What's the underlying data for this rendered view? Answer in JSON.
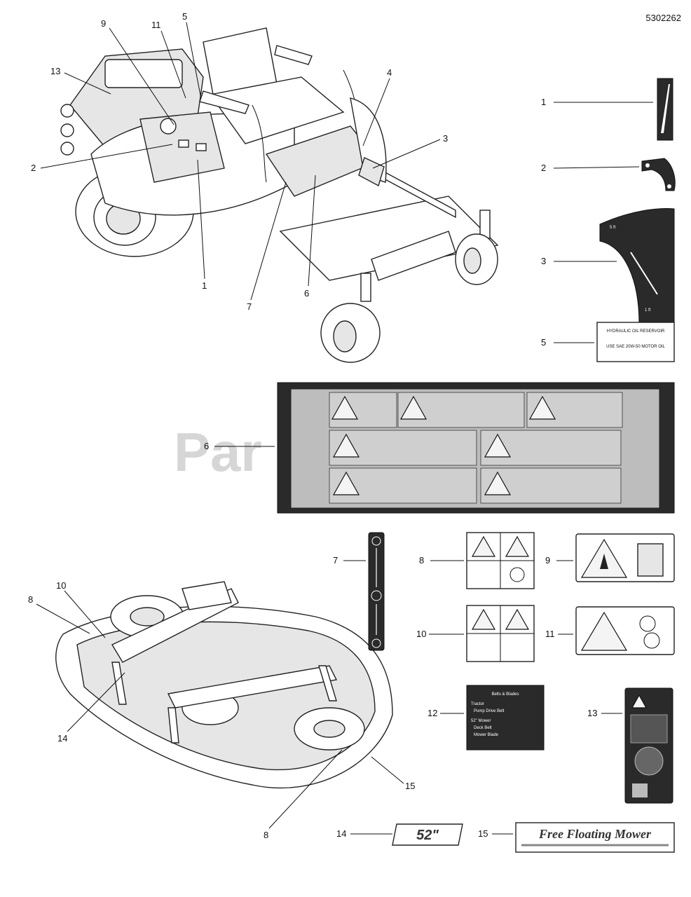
{
  "document_number": "5302262",
  "watermark": "Par",
  "decals": {
    "d3_text": "",
    "d5_title": "HYDRAULIC OIL RESERVOIR",
    "d5_text": "USE SAE 20W-50 MOTOR OIL",
    "d12_title": "Belts & Blades",
    "d12_line1": "Tractor",
    "d12_line2": "Pump Drive Belt",
    "d12_line3": "52\" Mower",
    "d12_line4": "Deck Belt",
    "d12_line5": "Mower Blade",
    "d14_text": "52\"",
    "d15_text": "Free Floating Mower"
  },
  "callouts": {
    "mower": [
      {
        "id": "c-m-9",
        "label": "9"
      },
      {
        "id": "c-m-11",
        "label": "11"
      },
      {
        "id": "c-m-5",
        "label": "5"
      },
      {
        "id": "c-m-13",
        "label": "13"
      },
      {
        "id": "c-m-4",
        "label": "4"
      },
      {
        "id": "c-m-3",
        "label": "3"
      },
      {
        "id": "c-m-2",
        "label": "2"
      },
      {
        "id": "c-m-1",
        "label": "1"
      },
      {
        "id": "c-m-7",
        "label": "7"
      },
      {
        "id": "c-m-6",
        "label": "6"
      }
    ],
    "deck": [
      {
        "id": "c-d-10",
        "label": "10"
      },
      {
        "id": "c-d-8a",
        "label": "8"
      },
      {
        "id": "c-d-14",
        "label": "14"
      },
      {
        "id": "c-d-15",
        "label": "15"
      },
      {
        "id": "c-d-8b",
        "label": "8"
      }
    ],
    "decals": [
      {
        "id": "c-k-1",
        "label": "1"
      },
      {
        "id": "c-k-2",
        "label": "2"
      },
      {
        "id": "c-k-3",
        "label": "3"
      },
      {
        "id": "c-k-5",
        "label": "5"
      },
      {
        "id": "c-k-6",
        "label": "6"
      },
      {
        "id": "c-k-7",
        "label": "7"
      },
      {
        "id": "c-k-8",
        "label": "8"
      },
      {
        "id": "c-k-9",
        "label": "9"
      },
      {
        "id": "c-k-10",
        "label": "10"
      },
      {
        "id": "c-k-11",
        "label": "11"
      },
      {
        "id": "c-k-12",
        "label": "12"
      },
      {
        "id": "c-k-13",
        "label": "13"
      },
      {
        "id": "c-k-14",
        "label": "14"
      },
      {
        "id": "c-k-15",
        "label": "15"
      }
    ]
  }
}
